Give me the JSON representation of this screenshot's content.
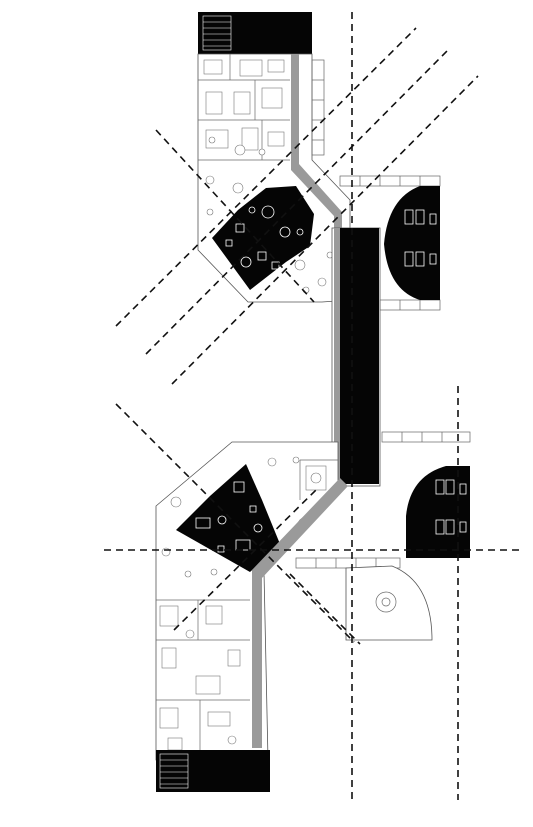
{
  "drawing": {
    "kind": "architectural floor plan",
    "colors": {
      "background": "#ffffff",
      "solid": "#050505",
      "corridor": "#9a9a9a",
      "linework": "#555555",
      "axis_lines": "#111111"
    },
    "components": [
      "north-stair-block",
      "north-room-block",
      "north-lounge-polygon",
      "central-bridge-bar",
      "east-pavilion-upper",
      "east-pavilion-lower",
      "south-lounge-polygon",
      "south-room-block",
      "south-stair-block",
      "quarter-circle-plaza",
      "dashed-axis-lines"
    ]
  }
}
